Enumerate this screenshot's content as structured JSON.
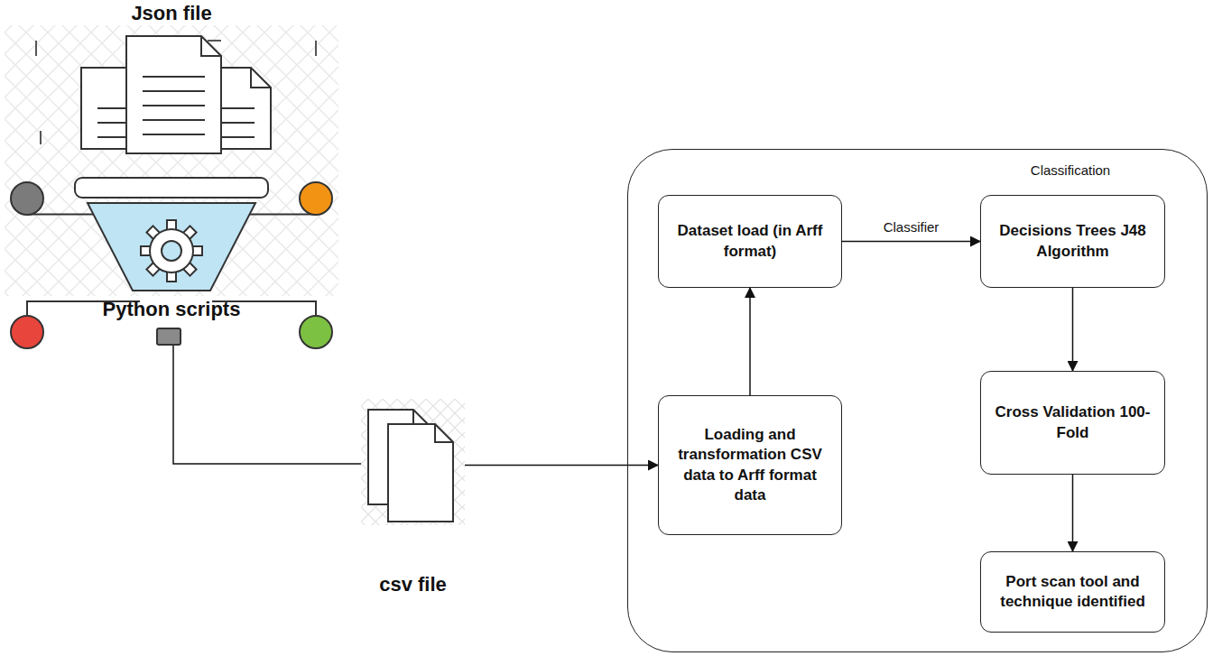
{
  "diagram": {
    "nodes": [
      {
        "text": [
          "Json file",
          "Python scripts"
        ]
      },
      {
        "text": [
          "csv file"
        ]
      },
      {
        "text": [
          "Classification"
        ]
      },
      {
        "text": [
          "Loading and transformation CSV data to Arff format data"
        ],
        "in": 2
      },
      {
        "text": [
          "Dataset load (in Arff format)"
        ],
        "in": 2
      },
      {
        "text": [
          "Decisions Trees J48 Algorithm"
        ],
        "in": 2
      },
      {
        "text": [
          "Cross Validation 100-Fold"
        ],
        "in": 2
      },
      {
        "text": [
          "Port scan tool and technique identified"
        ],
        "in": 2
      }
    ],
    "edges": [
      {
        "from": 0,
        "to": 1,
        "arrow": "none"
      },
      {
        "from": 1,
        "to": 3,
        "arrow": "to"
      },
      {
        "from": 3,
        "to": 4,
        "arrow": "to"
      },
      {
        "from": 4,
        "to": 5,
        "label": "Classifier",
        "arrow": "to"
      },
      {
        "from": 5,
        "to": 6,
        "arrow": "to"
      },
      {
        "from": 6,
        "to": 7,
        "arrow": "to"
      }
    ]
  }
}
